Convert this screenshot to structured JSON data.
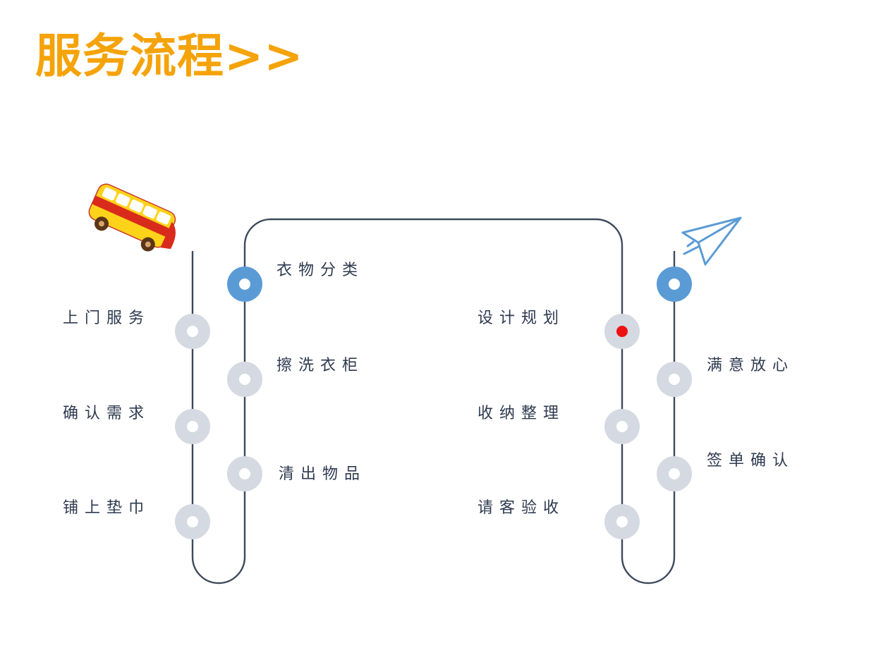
{
  "header": {
    "title": "服务流程>>"
  },
  "steps": [
    {
      "label": "上门服务"
    },
    {
      "label": "确认需求"
    },
    {
      "label": "铺上垫巾"
    },
    {
      "label": "衣物分类"
    },
    {
      "label": "擦洗衣柜"
    },
    {
      "label": "清出物品"
    },
    {
      "label": "设计规划"
    },
    {
      "label": "收纳整理"
    },
    {
      "label": "请客验收"
    },
    {
      "label": "满意放心"
    },
    {
      "label": "签单确认"
    }
  ],
  "colors": {
    "title": "#f5a30a",
    "track": "#3d4a5c",
    "node_gray": "#d5d9e2",
    "node_blue": "#5b9bd5",
    "node_active": "#ee1111"
  },
  "icons": {
    "start": "school-bus-icon",
    "end": "paper-plane-icon"
  }
}
